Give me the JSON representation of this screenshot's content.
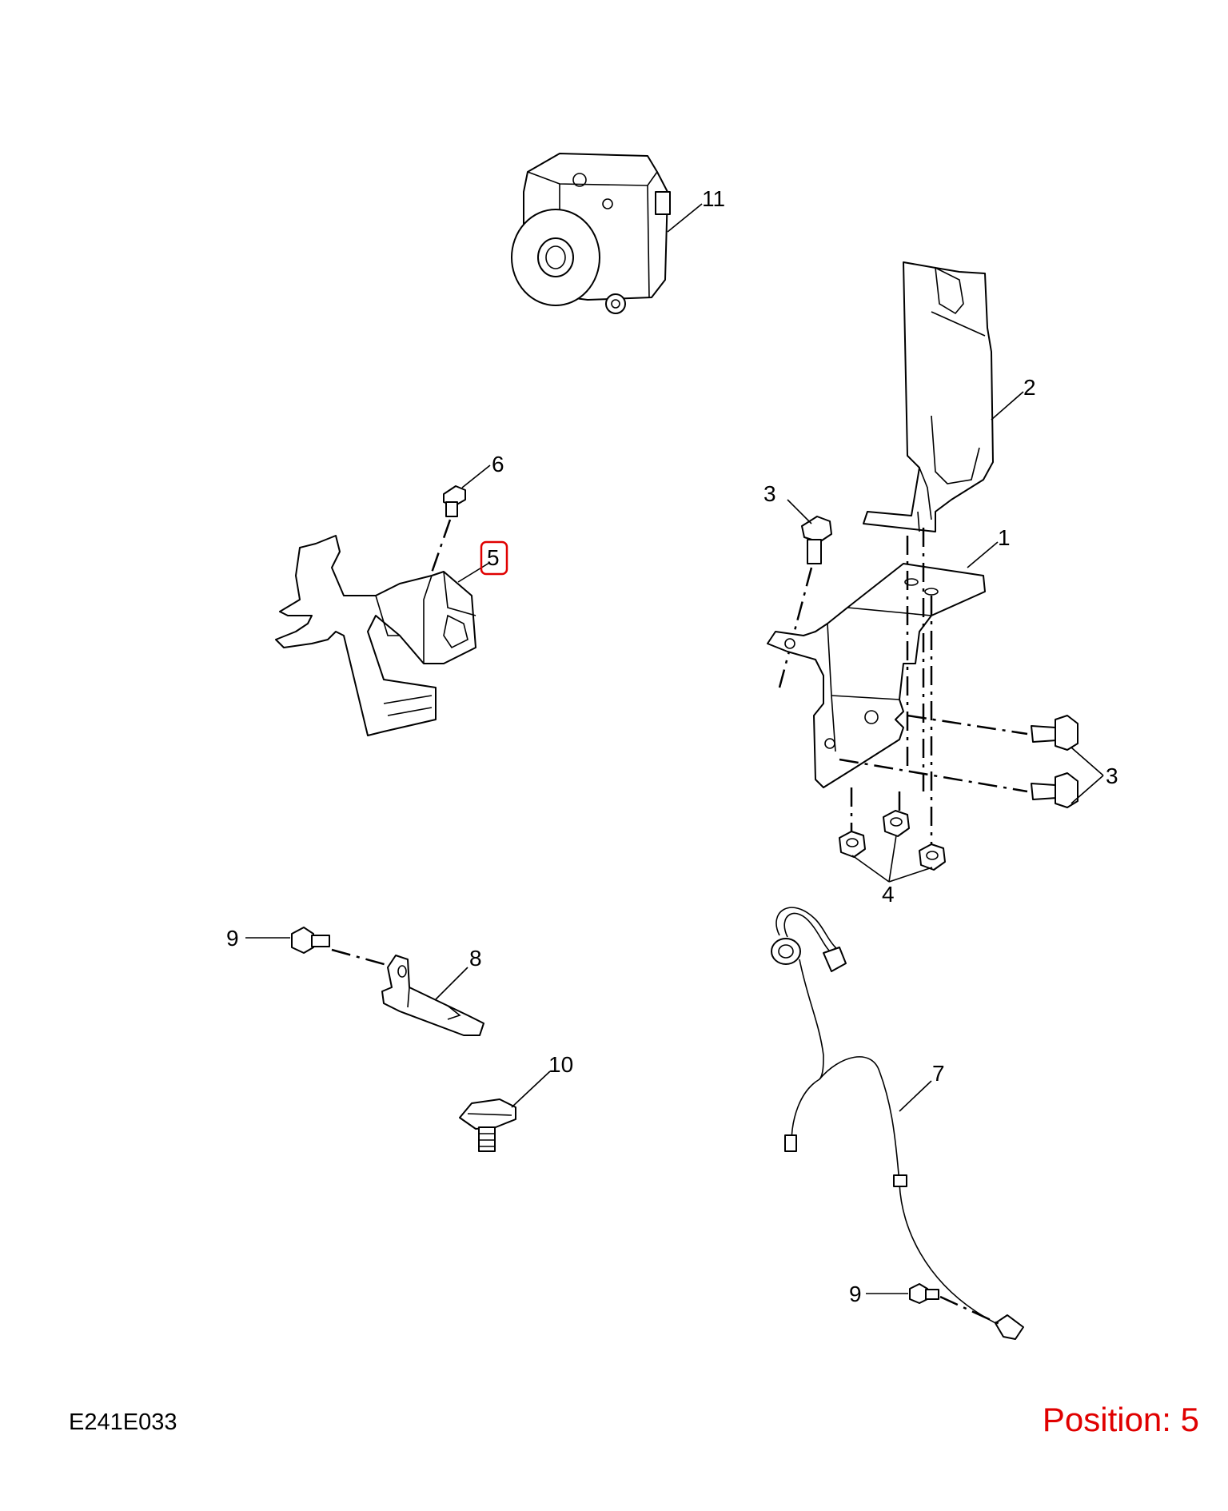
{
  "drawing_id": "E241E033",
  "position_label": "Position: 5",
  "highlight_color": "#e00000",
  "callouts": [
    {
      "id": "c11",
      "text": "11"
    },
    {
      "id": "c2",
      "text": "2"
    },
    {
      "id": "c6",
      "text": "6"
    },
    {
      "id": "c5",
      "text": "5"
    },
    {
      "id": "c3a",
      "text": "3"
    },
    {
      "id": "c1",
      "text": "1"
    },
    {
      "id": "c3b",
      "text": "3"
    },
    {
      "id": "c4",
      "text": "4"
    },
    {
      "id": "c9a",
      "text": "9"
    },
    {
      "id": "c8",
      "text": "8"
    },
    {
      "id": "c10",
      "text": "10"
    },
    {
      "id": "c7",
      "text": "7"
    },
    {
      "id": "c9b",
      "text": "9"
    }
  ]
}
